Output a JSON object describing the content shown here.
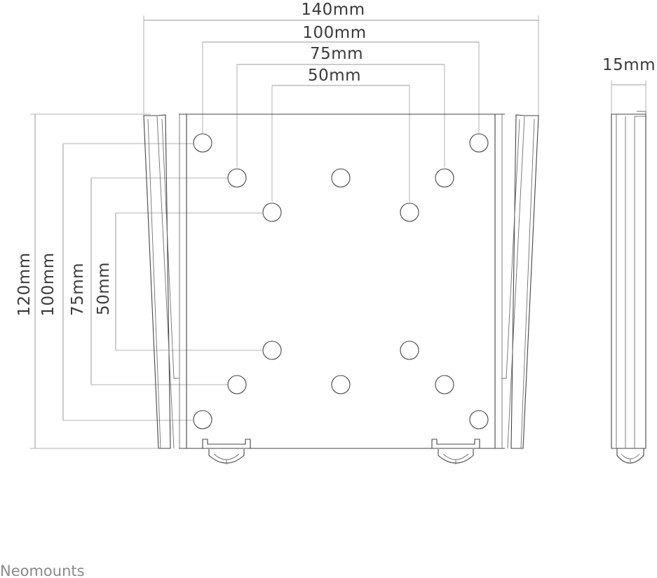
{
  "dimensions": {
    "width_140": "140mm",
    "width_100": "100mm",
    "width_75": "75mm",
    "width_50": "50mm",
    "depth_15": "15mm",
    "height_120": "120mm",
    "height_100": "100mm",
    "height_75": "75mm",
    "height_50": "50mm"
  },
  "brand": {
    "name": "Neomounts"
  }
}
